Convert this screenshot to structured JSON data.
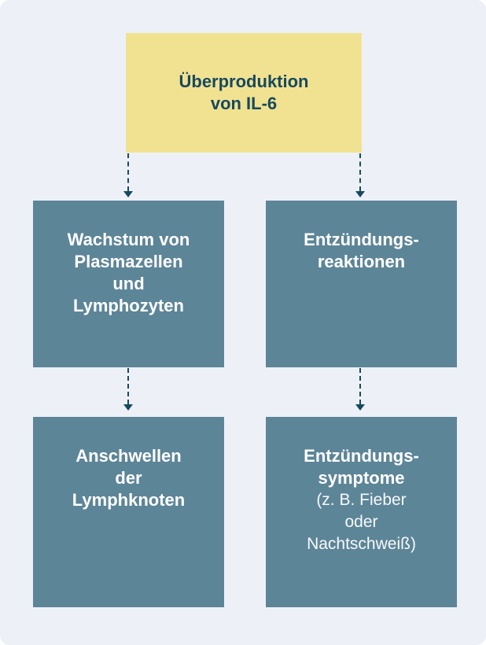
{
  "colors": {
    "background": "#edf1f7",
    "root_fill": "#f1e291",
    "root_text": "#17495f",
    "node_fill": "#5d8598",
    "node_text": "#ffffff",
    "arrow": "#17495f"
  },
  "nodes": {
    "root": {
      "label": "Überproduktion\nvon IL-6"
    },
    "growth": {
      "label": "Wachstum von\nPlasmazellen\nund\nLymphozyten"
    },
    "reactions": {
      "label": "Entzündungs-\nreaktionen"
    },
    "lymph": {
      "label": "Anschwellen\nder\nLymphknoten"
    },
    "symptoms": {
      "label_bold": "Entzündungs-\nsymptome",
      "label_regular": "(z. B. Fieber\noder\nNachtschweiß)"
    }
  }
}
